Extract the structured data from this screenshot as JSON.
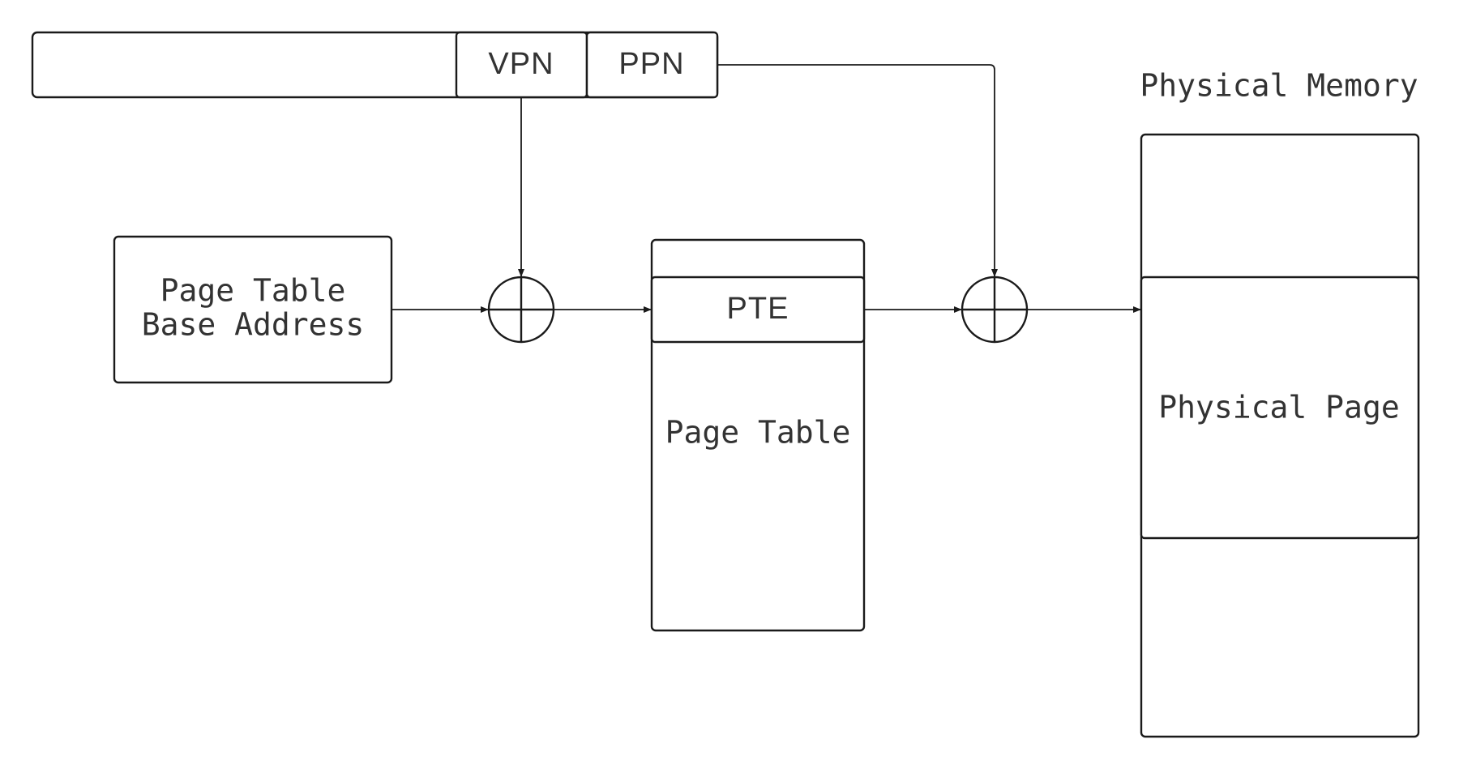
{
  "diagram": {
    "address_fields": {
      "vpn": "VPN",
      "ppn": "PPN"
    },
    "base_register": {
      "line1": "Page Table",
      "line2": "Base Address"
    },
    "page_table": {
      "entry": "PTE",
      "label": "Page Table"
    },
    "physical_memory": {
      "title": "Physical Memory",
      "page": "Physical Page"
    },
    "colors": {
      "stroke": "#1a1a1a",
      "text": "#333333",
      "background": "#ffffff"
    }
  }
}
